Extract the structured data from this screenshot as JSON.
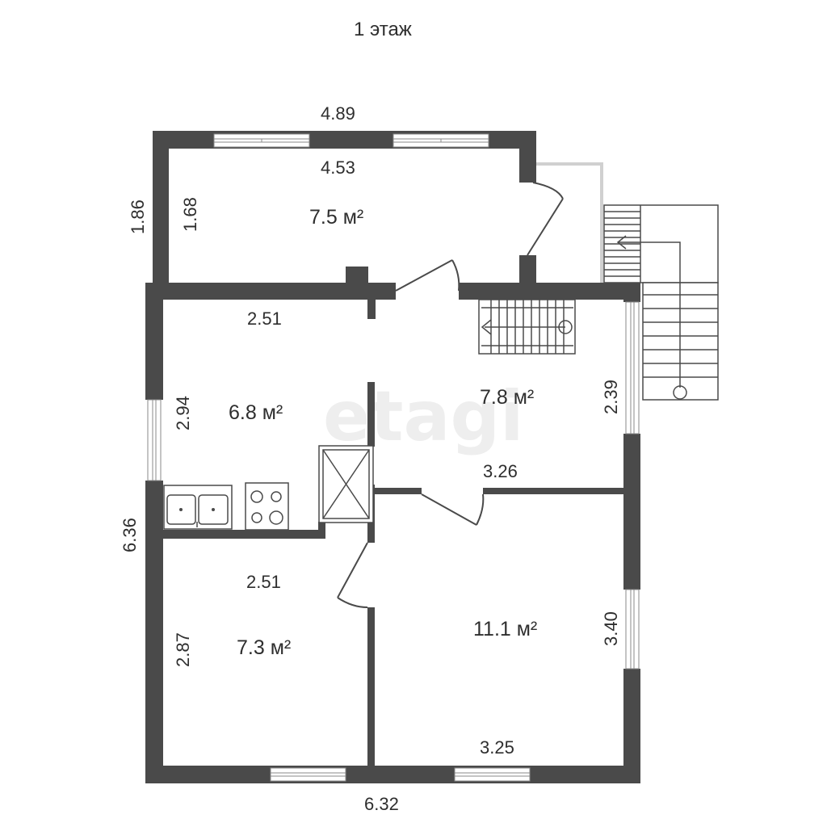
{
  "title": "1 этаж",
  "watermark": "etagi",
  "dimensions": {
    "top_outer_width": "4.89",
    "top_inner_width": "4.53",
    "top_outer_height": "1.86",
    "top_inner_height": "1.68",
    "kitchen_width": "2.51",
    "kitchen_height": "2.94",
    "hall_height": "2.39",
    "hall_width": "3.26",
    "total_height": "6.36",
    "small_room_width": "2.51",
    "small_room_height": "2.87",
    "big_room_height": "3.40",
    "big_room_width": "3.25",
    "total_width": "6.32"
  },
  "rooms": {
    "veranda_area": "7.5 м²",
    "kitchen_area": "6.8 м²",
    "hall_area": "7.8 м²",
    "small_room_area": "7.3 м²",
    "big_room_area": "11.1 м²"
  },
  "colors": {
    "wall": "#4a4a4a",
    "background": "#ffffff",
    "watermark": "#eeeeee"
  }
}
